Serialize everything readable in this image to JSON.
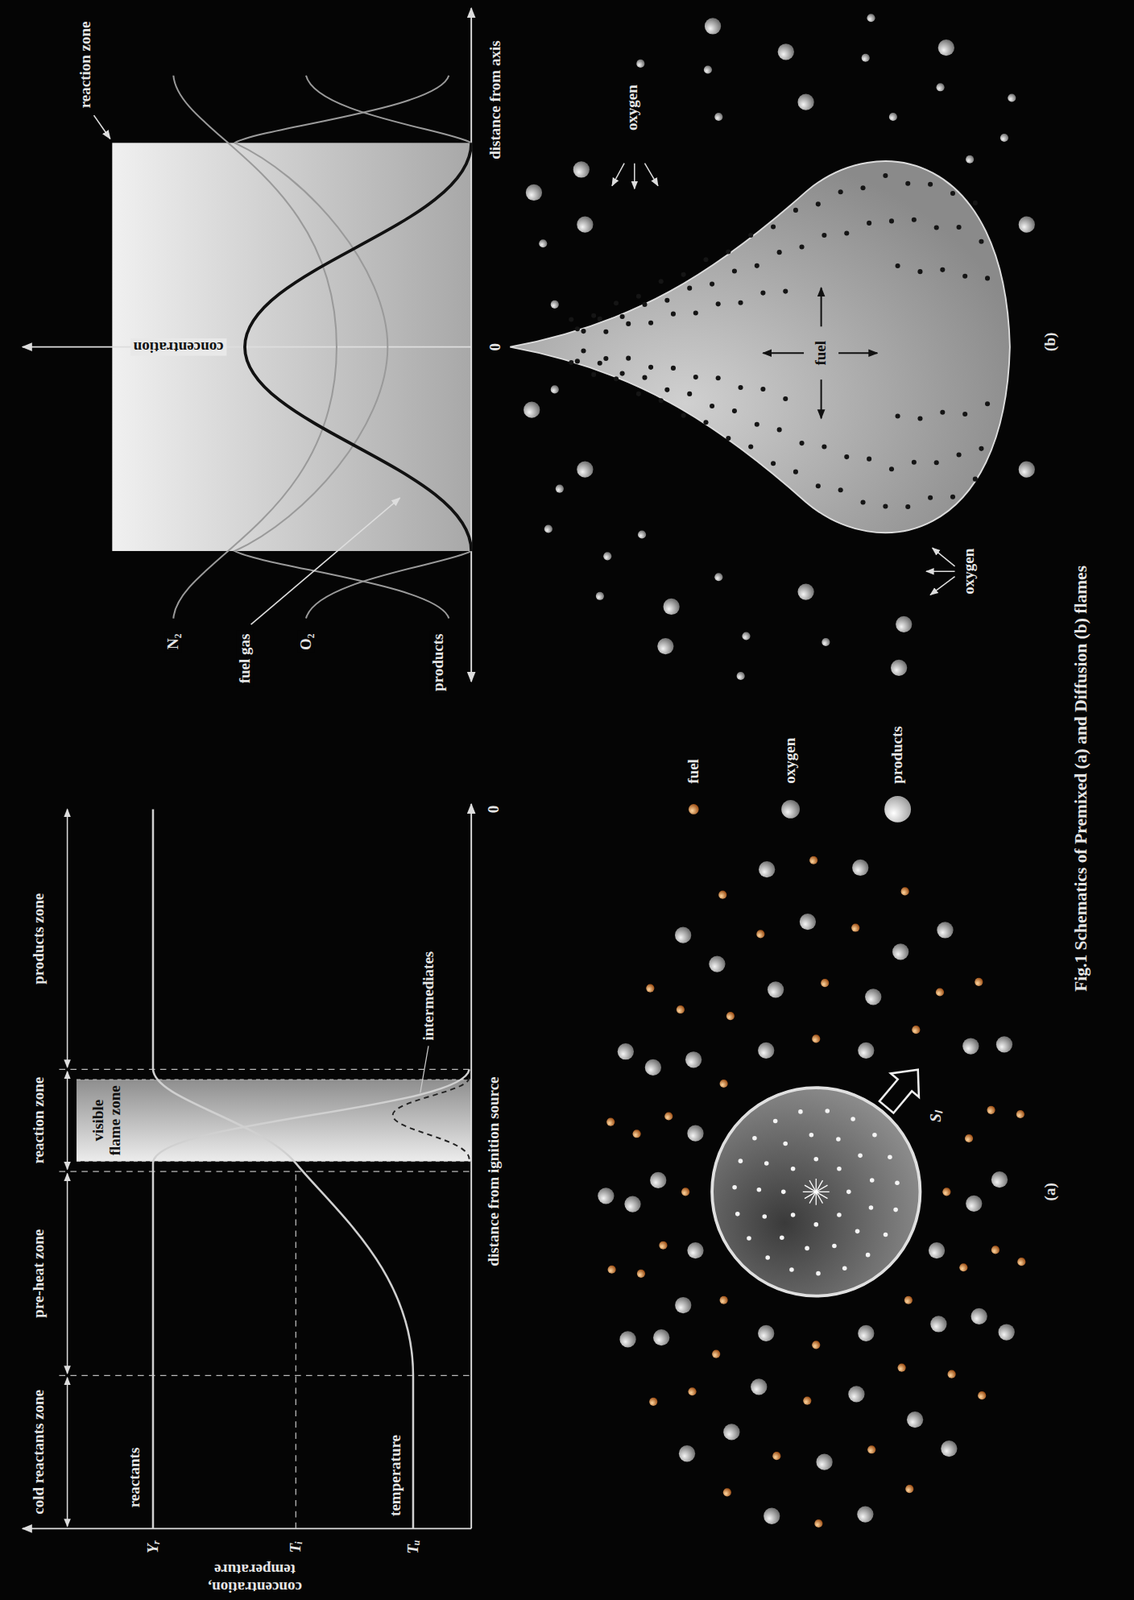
{
  "diagram": {
    "caption": "Fig.1 Schematics of Premixed (a) and Diffusion (b) flames",
    "labels": [
      "cold reactants zone",
      "pre-heat zone",
      "reaction zone",
      "products zone",
      "reactants",
      "temperature",
      "Yᵣ",
      "Tᵢ",
      "Tᵤ",
      "concentration, temperature",
      "visible flame zone",
      "intermediates",
      "distance from ignition source",
      "0",
      "Sₗ",
      "(a)",
      "reaction zone",
      "concentration",
      "N₂",
      "fuel gas",
      "O₂",
      "products",
      "distance from axis",
      "0",
      "oxygen",
      "oxygen",
      "fuel",
      "(b)"
    ],
    "legend": [
      {
        "text": "fuel"
      },
      {
        "text": "oxygen"
      },
      {
        "text": "products"
      }
    ]
  }
}
